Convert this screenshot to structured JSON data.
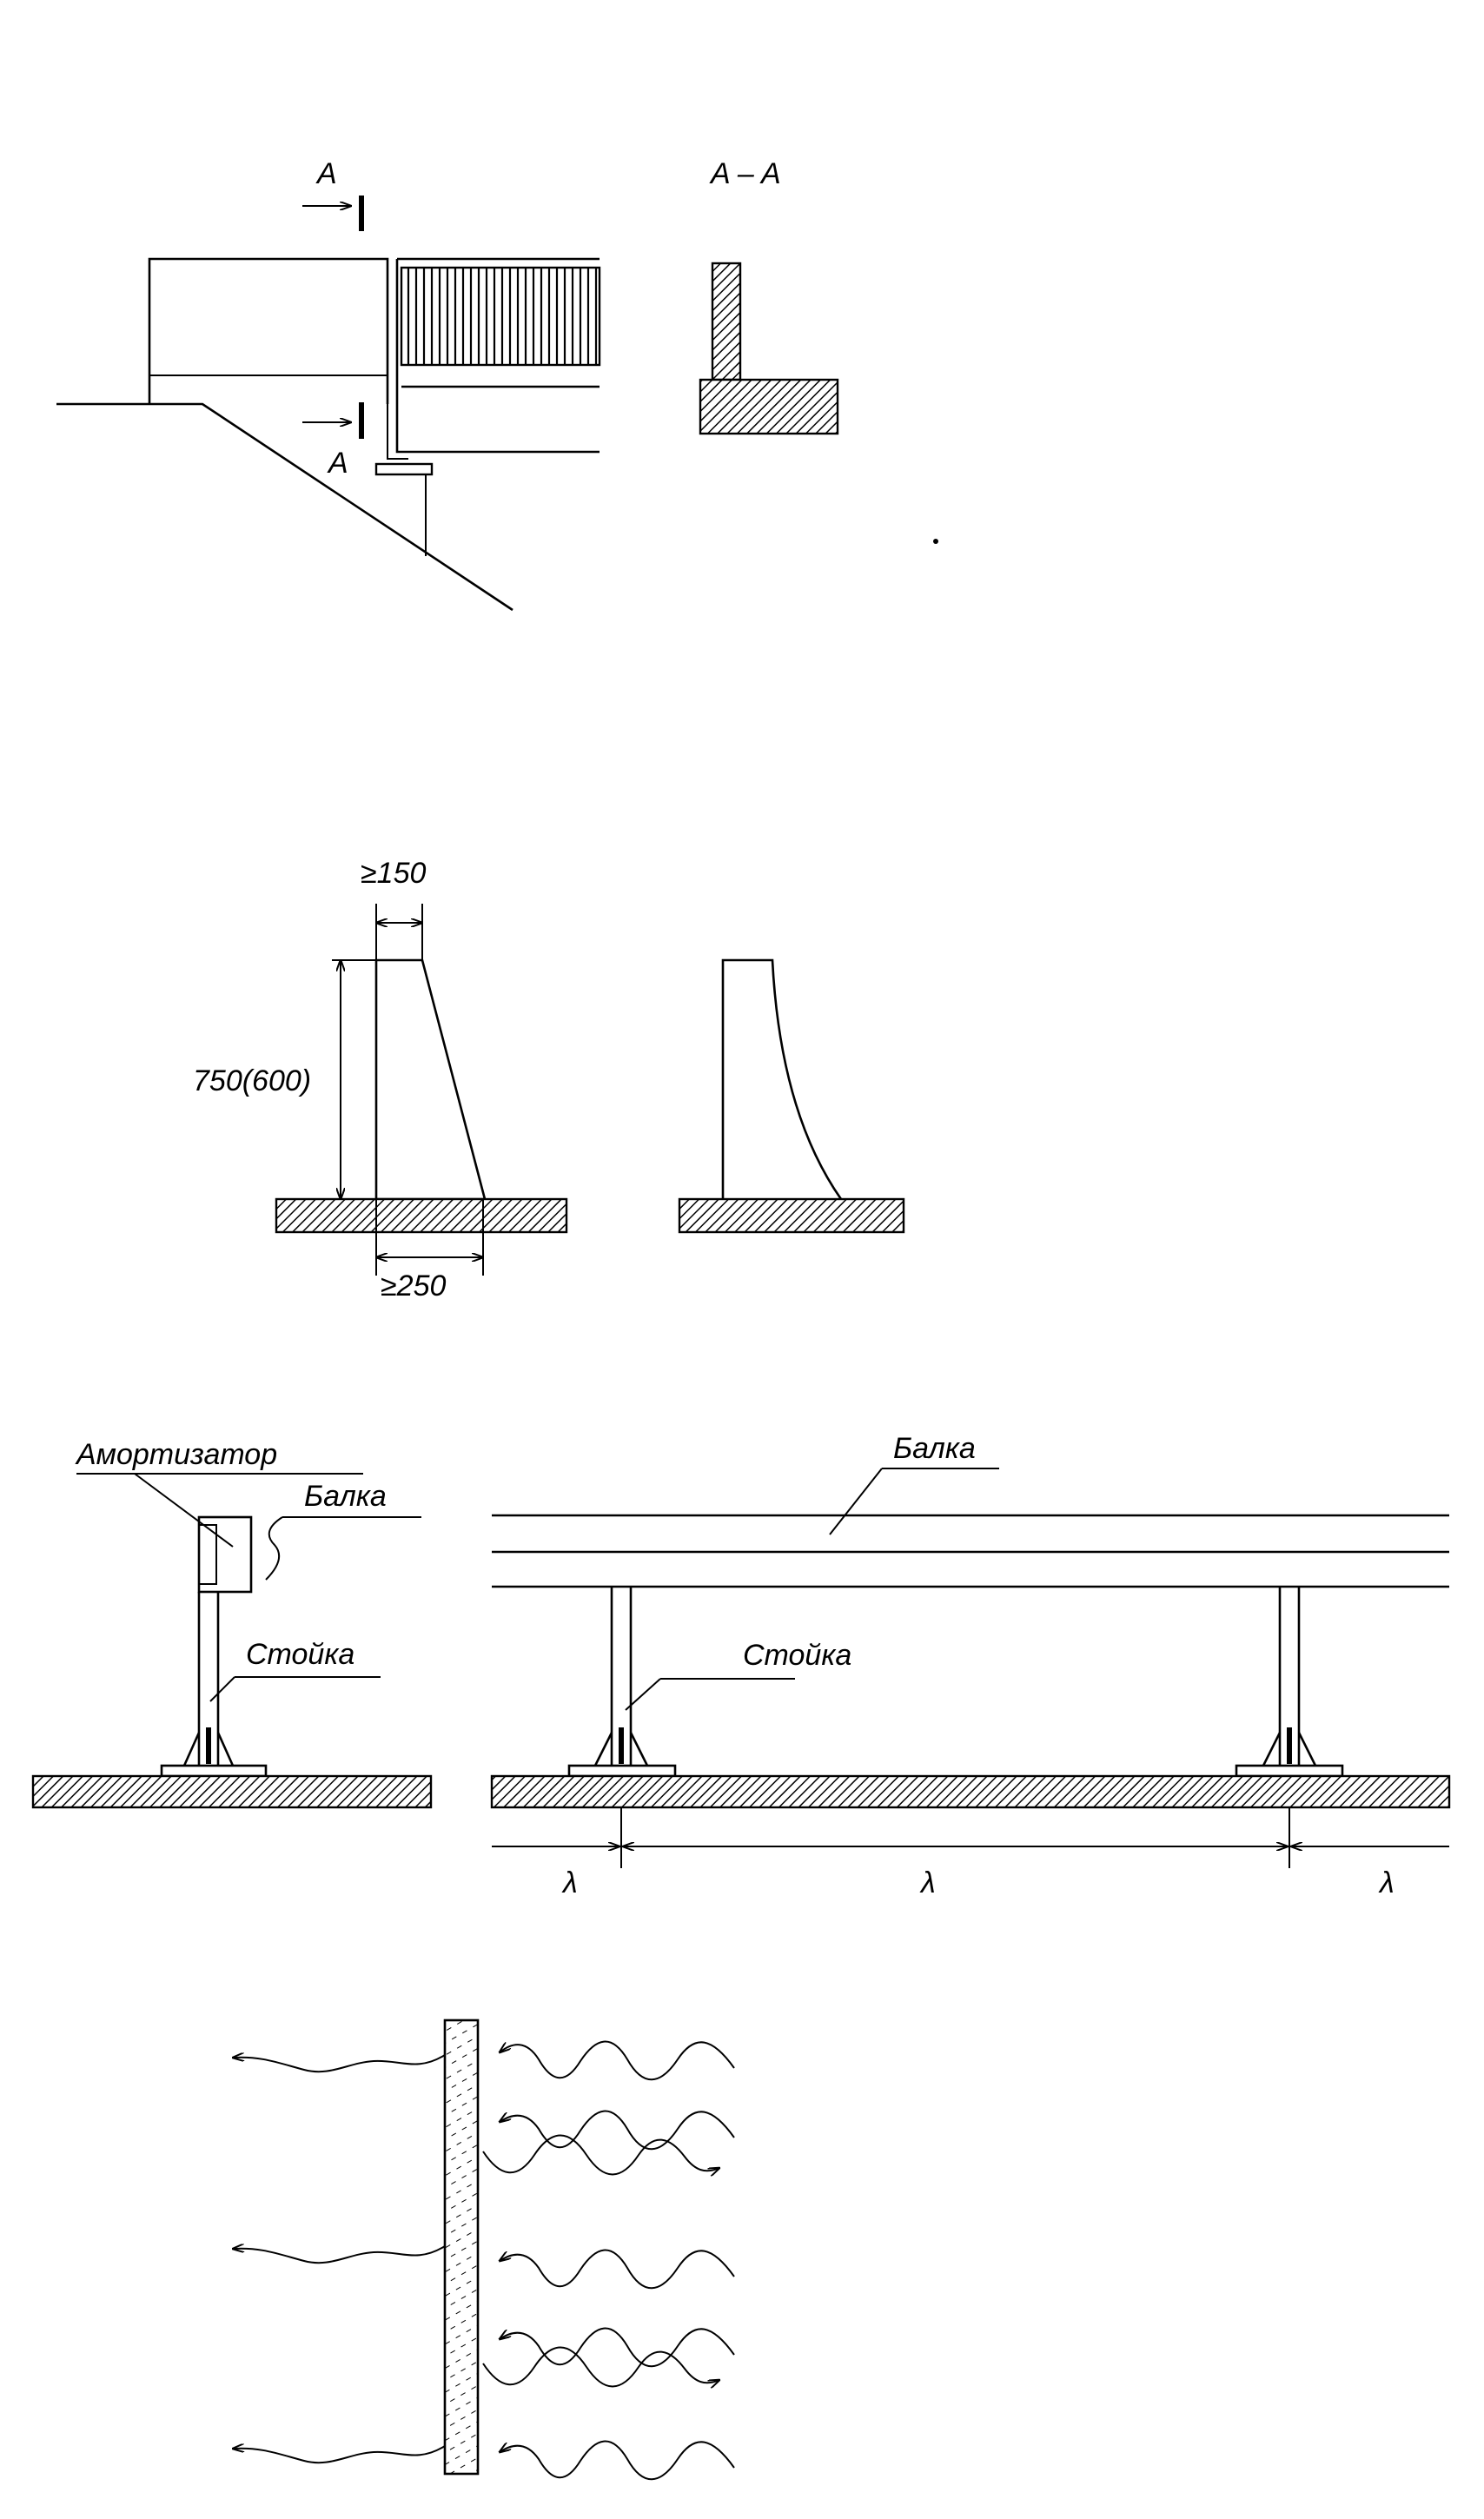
{
  "fig1": {
    "section_mark_top": "A",
    "section_mark_bottom": "A",
    "section_title": "A – A"
  },
  "fig2": {
    "dim_top": "≥150",
    "dim_height": "750(600)",
    "dim_bottom": "≥250"
  },
  "fig3": {
    "label_shock_absorber": "Амортизатор",
    "label_beam_left": "Балка",
    "label_post_left": "Стойка",
    "label_beam_right": "Балка",
    "label_post_right": "Стойка",
    "dim_left": "λ",
    "dim_middle": "λ",
    "dim_right": "λ"
  }
}
